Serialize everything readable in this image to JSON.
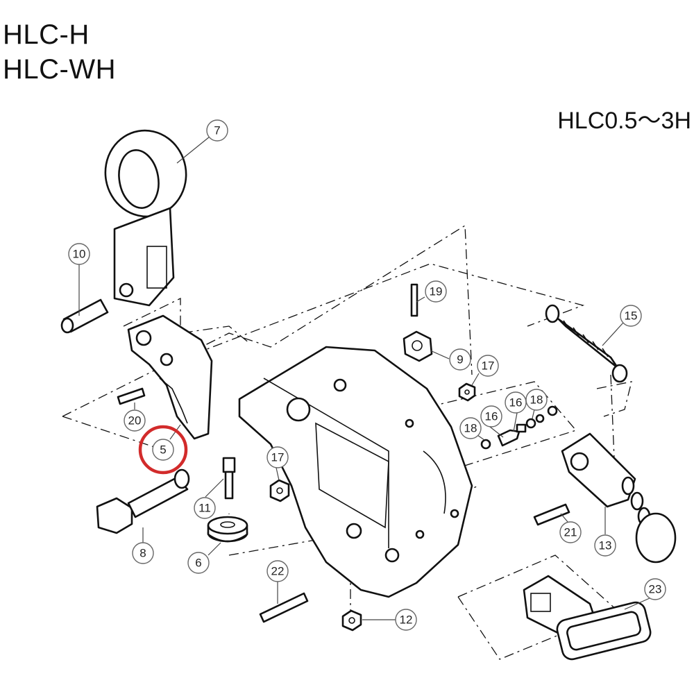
{
  "titles": [
    "HLC-H",
    "HLC-WH"
  ],
  "model_range": "HLC0.5～3H",
  "highlight_color": "#d22b2b",
  "highlighted_part": "5",
  "callouts": [
    "7",
    "10",
    "19",
    "15",
    "9",
    "17",
    "16",
    "18",
    "18",
    "16",
    "20",
    "5",
    "17",
    "11",
    "8",
    "6",
    "21",
    "13",
    "22",
    "12",
    "23"
  ]
}
